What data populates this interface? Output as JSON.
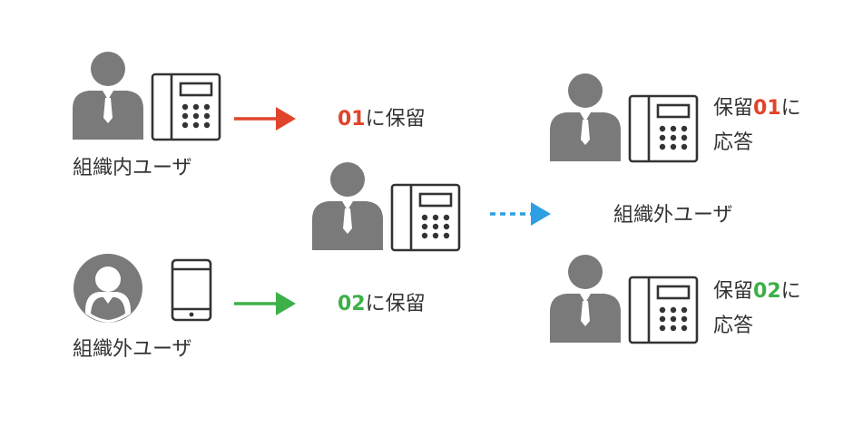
{
  "labels": {
    "internal_user": "組織内ユーザ",
    "external_user_left": "組織外ユーザ",
    "external_user_right": "組織外ユーザ",
    "hold1": {
      "num": "01",
      "text": "に保留"
    },
    "hold2": {
      "num": "02",
      "text": "に保留"
    },
    "answer1": {
      "prefix": "保留",
      "num": "01",
      "suffix": "に",
      "line2": "応答"
    },
    "answer2": {
      "prefix": "保留",
      "num": "02",
      "suffix": "に",
      "line2": "応答"
    }
  },
  "colors": {
    "icon_gray": "#7a7a7a",
    "stroke_dark": "#333333",
    "arrow_red": "#e0442b",
    "arrow_green": "#3db048",
    "arrow_blue": "#2f9fe4"
  },
  "icons": {
    "person": "person-icon",
    "desk_phone": "desk-phone-icon",
    "avatar": "avatar-icon",
    "smartphone": "smartphone-icon"
  }
}
